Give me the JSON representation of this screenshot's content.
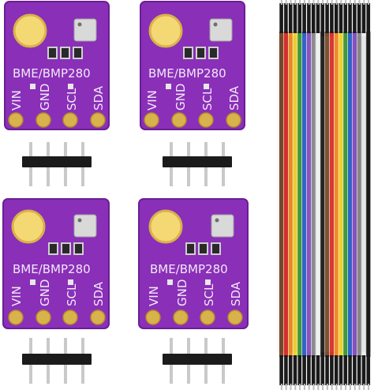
{
  "photo": {
    "board_label": "BME/BMP280",
    "pin_labels": [
      "VIN",
      "GND",
      "SCL",
      "SDA"
    ],
    "board_count": 4,
    "colors": {
      "board": "#8a2fb8",
      "board_edge": "#6a1f93",
      "gold": "#d8b24a",
      "hole_fill": "#f4d873",
      "header_plastic": "#1b1b1b",
      "header_pin": "#c9c9c9",
      "background": "#ffffff"
    },
    "jumper_wire_colors": [
      "#7a4a2a",
      "#d9302c",
      "#f08a24",
      "#f2d22a",
      "#3b9a3b",
      "#2e63c9",
      "#8b4fc4",
      "#8a8a8a",
      "#f0f0f0",
      "#1a1a1a"
    ]
  }
}
